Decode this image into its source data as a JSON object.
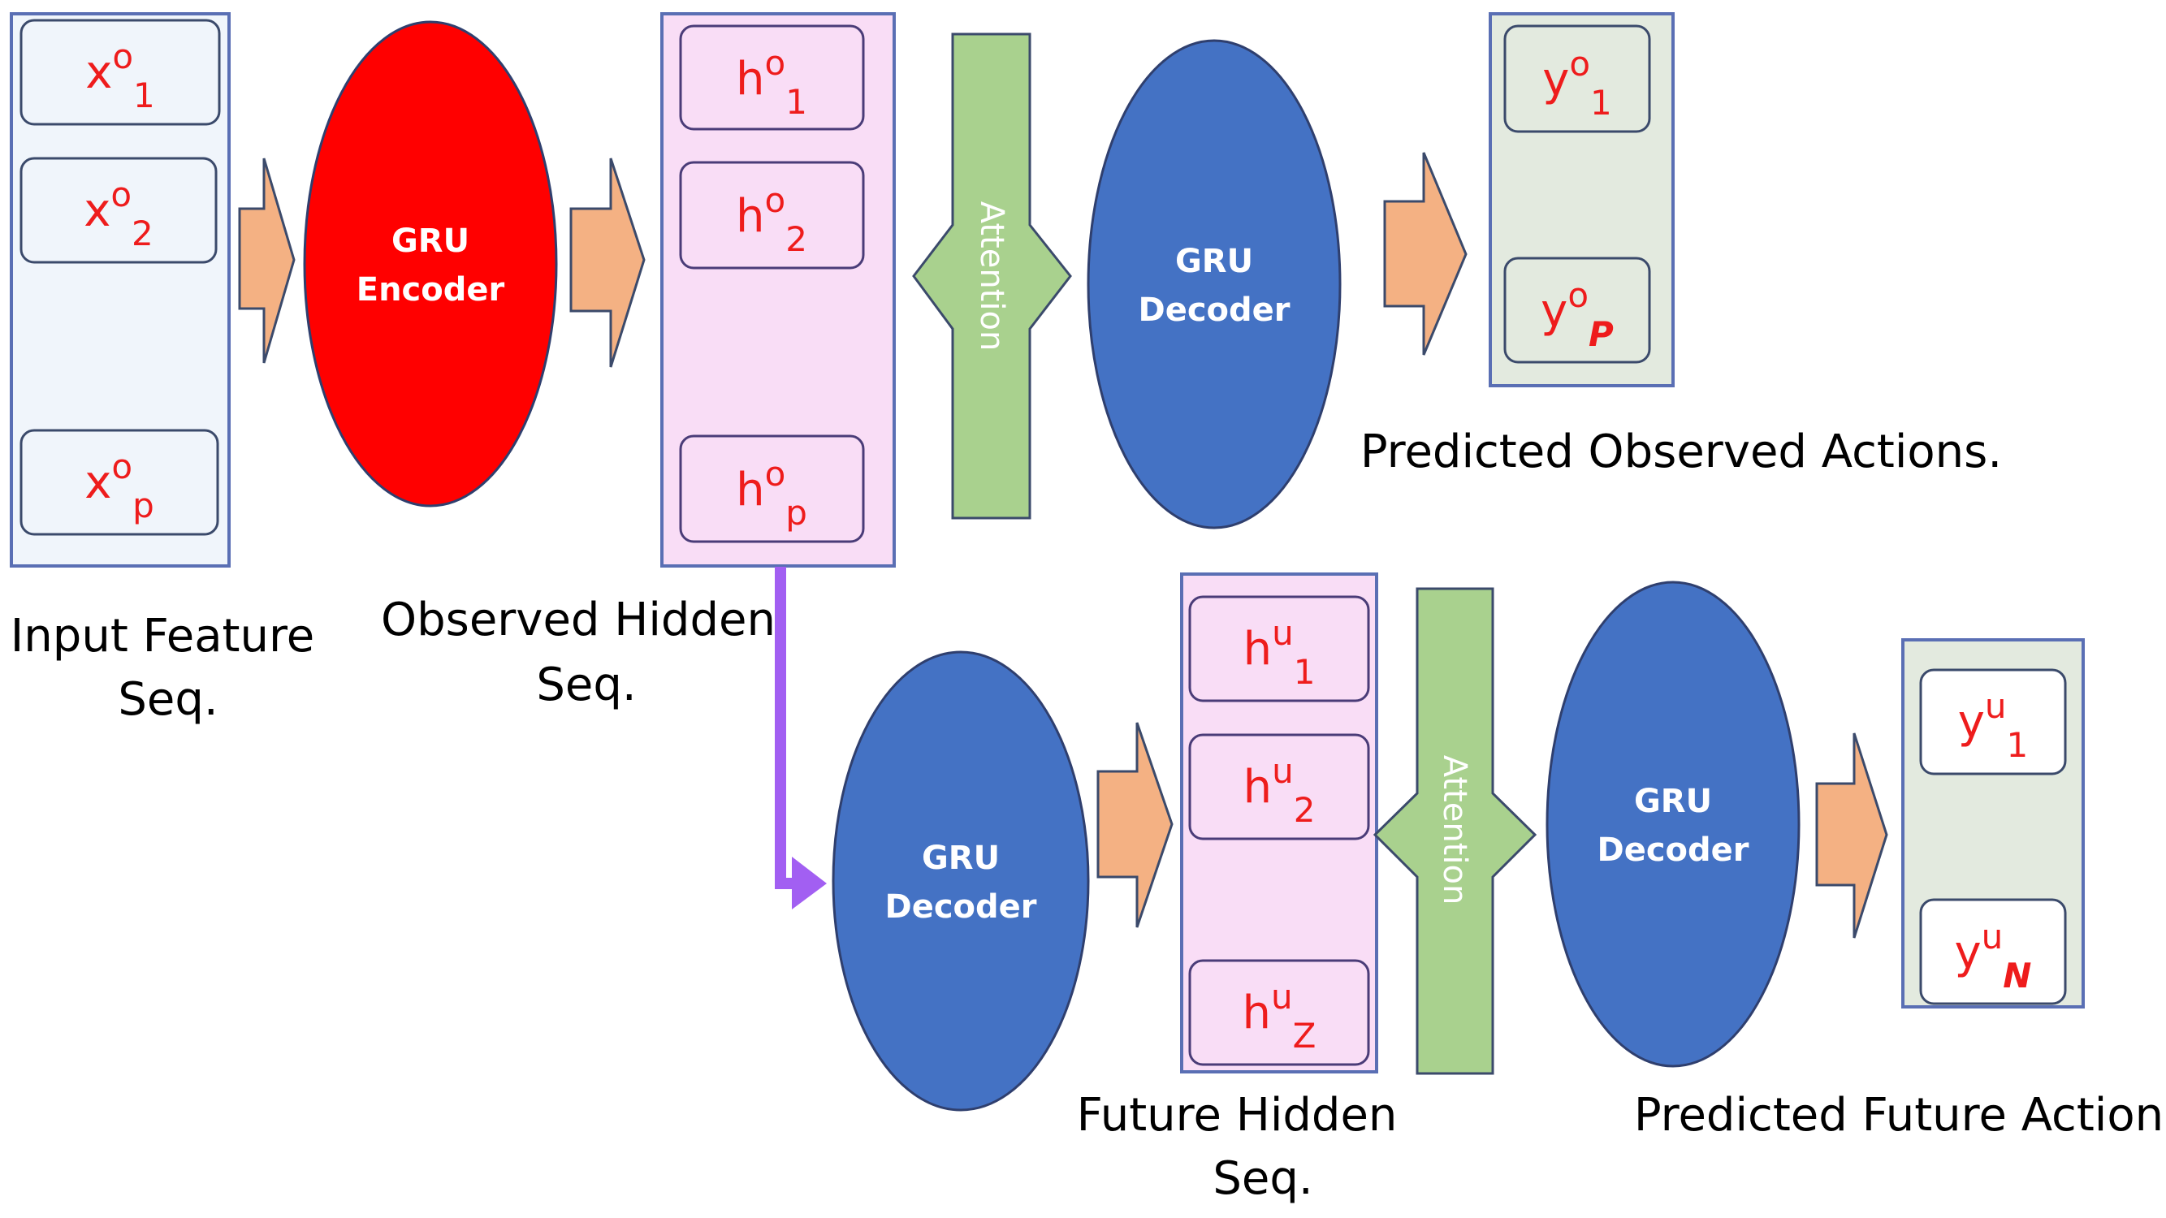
{
  "colors": {
    "encoder": "#ff0000",
    "decoder": "#4472c4",
    "arrow": "#f4b183",
    "attention": "#a9d18e",
    "input_panel": "#f0f5fb",
    "hidden_panel": "#f9ddf6",
    "output_panel": "#e3eadf",
    "skip_arrow": "#a25ff2",
    "seq_text": "#ee1c1c"
  },
  "top": {
    "input_items": [
      {
        "base": "x",
        "sup": "o",
        "sub": "1"
      },
      {
        "base": "x",
        "sup": "o",
        "sub": "2"
      },
      {
        "base": "x",
        "sup": "o",
        "sub": "p"
      }
    ],
    "encoder": {
      "line1": "GRU",
      "line2": "Encoder"
    },
    "hidden_items": [
      {
        "base": "h",
        "sup": "o",
        "sub": "1"
      },
      {
        "base": "h",
        "sup": "o",
        "sub": "2"
      },
      {
        "base": "h",
        "sup": "o",
        "sub": "p"
      }
    ],
    "attention": "Attention",
    "decoder": {
      "line1": "GRU",
      "line2": "Decoder"
    },
    "output_items": [
      {
        "base": "y",
        "sup": "o",
        "sub": "1"
      },
      {
        "base": "y",
        "sup": "o",
        "sub": "P"
      }
    ],
    "input_label": {
      "line1": "Input Feature",
      "line2": "Seq."
    },
    "hidden_label": {
      "line1": "Observed Hidden",
      "line2": "Seq."
    },
    "output_label": "Predicted Observed Actions."
  },
  "bottom": {
    "decoder1": {
      "line1": "GRU",
      "line2": "Decoder"
    },
    "hidden_items": [
      {
        "base": "h",
        "sup": "u",
        "sub": "1"
      },
      {
        "base": "h",
        "sup": "u",
        "sub": "2"
      },
      {
        "base": "h",
        "sup": "u",
        "sub": "Z"
      }
    ],
    "attention": "Attention",
    "decoder2": {
      "line1": "GRU",
      "line2": "Decoder"
    },
    "output_items": [
      {
        "base": "y",
        "sup": "u",
        "sub": "1"
      },
      {
        "base": "y",
        "sup": "u",
        "sub": "N"
      }
    ],
    "hidden_label": {
      "line1": "Future Hidden",
      "line2": "Seq."
    },
    "output_label": "Predicted Future Action"
  }
}
